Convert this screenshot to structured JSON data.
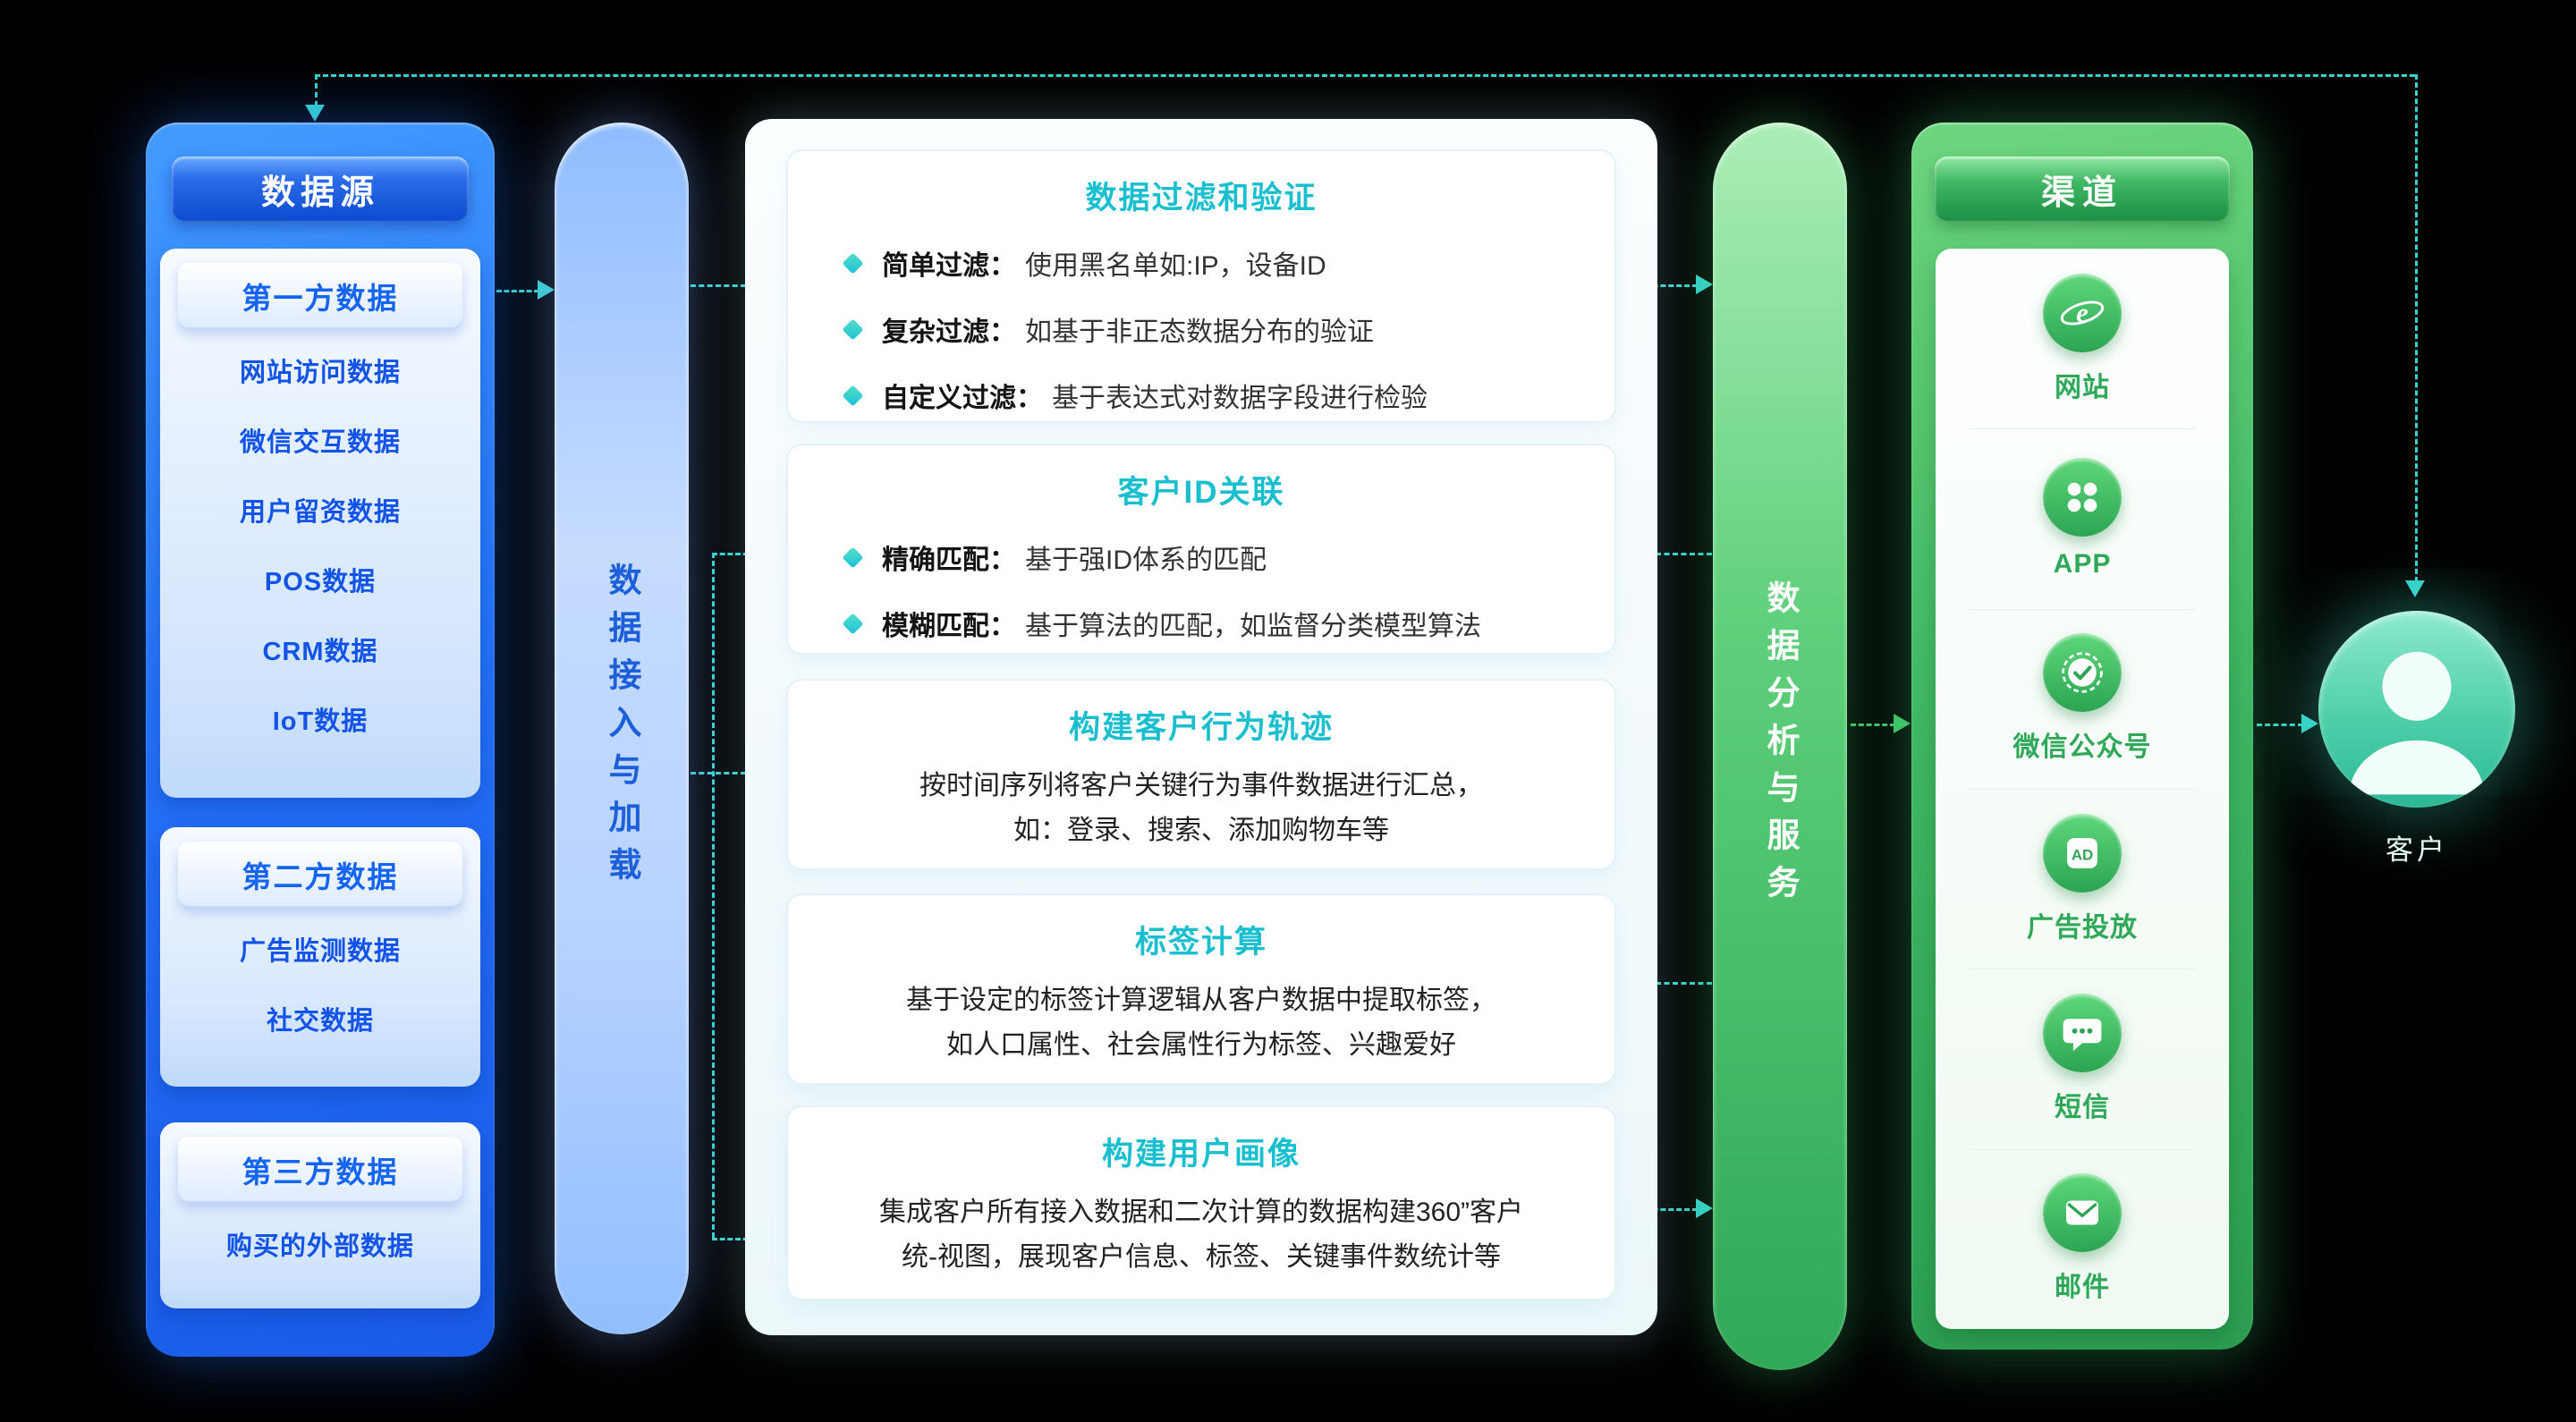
{
  "colors": {
    "background": "#000000",
    "blue_primary": "#1E63F2",
    "blue_text": "#1353E8",
    "teal_accent": "#19BFCE",
    "green_primary": "#2FA857",
    "connector_teal": "#36D2CC",
    "connector_green": "#3FC468"
  },
  "data_sources": {
    "title": "数据源",
    "groups": [
      {
        "title": "第一方数据",
        "items": [
          "网站访问数据",
          "微信交互数据",
          "用户留资数据",
          "POS数据",
          "CRM数据",
          "IoT数据"
        ]
      },
      {
        "title": "第二方数据",
        "items": [
          "广告监测数据",
          "社交数据"
        ]
      },
      {
        "title": "第三方数据",
        "items": [
          "购买的外部数据"
        ]
      }
    ]
  },
  "ingest_bar": {
    "label": "数据接入与加载"
  },
  "analysis_bar": {
    "label": "数据分析与服务"
  },
  "processing": {
    "boxes": [
      {
        "title": "数据过滤和验证",
        "bullets": [
          {
            "label": "简单过滤：",
            "text": "使用黑名单如:IP，设备ID"
          },
          {
            "label": "复杂过滤：",
            "text": "如基于非正态数据分布的验证"
          },
          {
            "label": "自定义过滤：",
            "text": "基于表达式对数据字段进行检验"
          }
        ]
      },
      {
        "title": "客户ID关联",
        "bullets": [
          {
            "label": "精确匹配：",
            "text": "基于强ID体系的匹配"
          },
          {
            "label": "模糊匹配：",
            "text": "基于算法的匹配，如监督分类模型算法"
          }
        ]
      },
      {
        "title": "构建客户行为轨迹",
        "line1": "按时间序列将客户关键行为事件数据进行汇总，",
        "line2": "如：登录、搜索、添加购物车等"
      },
      {
        "title": "标签计算",
        "line1": "基于设定的标签计算逻辑从客户数据中提取标签，",
        "line2": "如人口属性、社会属性行为标签、兴趣爱好"
      },
      {
        "title": "构建用户画像",
        "line1": "集成客户所有接入数据和二次计算的数据构建360”客户",
        "line2": "统-视图，展现客户信息、标签、关键事件数统计等"
      }
    ]
  },
  "channels": {
    "title": "渠道",
    "items": [
      {
        "icon": "browser-icon",
        "label": "网站"
      },
      {
        "icon": "app-grid-icon",
        "label": "APP"
      },
      {
        "icon": "wechat-official-badge-icon",
        "label": "微信公众号"
      },
      {
        "icon": "ad-icon",
        "label": "广告投放"
      },
      {
        "icon": "sms-bubble-icon",
        "label": "短信"
      },
      {
        "icon": "mail-envelope-icon",
        "label": "邮件"
      }
    ]
  },
  "customer": {
    "label": "客户"
  }
}
